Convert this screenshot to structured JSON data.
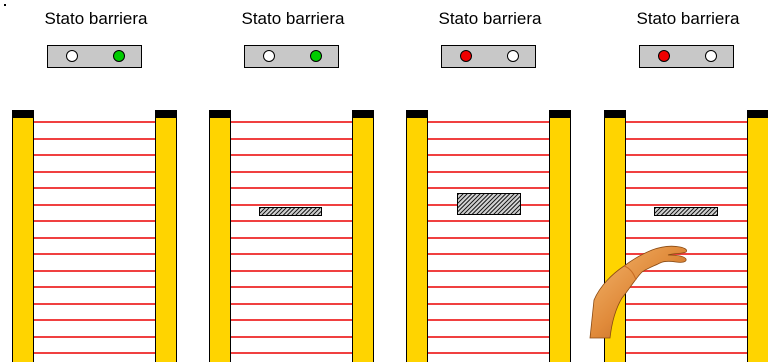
{
  "panels": [
    {
      "title": "Stato barriera",
      "led_left": "off",
      "led_right": "green",
      "obstacle": "none"
    },
    {
      "title": "Stato barriera",
      "led_left": "off",
      "led_right": "green",
      "obstacle": "small"
    },
    {
      "title": "Stato barriera",
      "led_left": "red",
      "led_right": "off",
      "obstacle": "large"
    },
    {
      "title": "Stato barriera",
      "led_left": "red",
      "led_right": "off",
      "obstacle": "small",
      "hand": true
    }
  ],
  "colors": {
    "post": "#ffd400",
    "beam": "#f04040",
    "led_green": "#00cc00",
    "led_red": "#ee0000",
    "led_off": "#ffffff",
    "status_box": "#c8c8c8"
  }
}
